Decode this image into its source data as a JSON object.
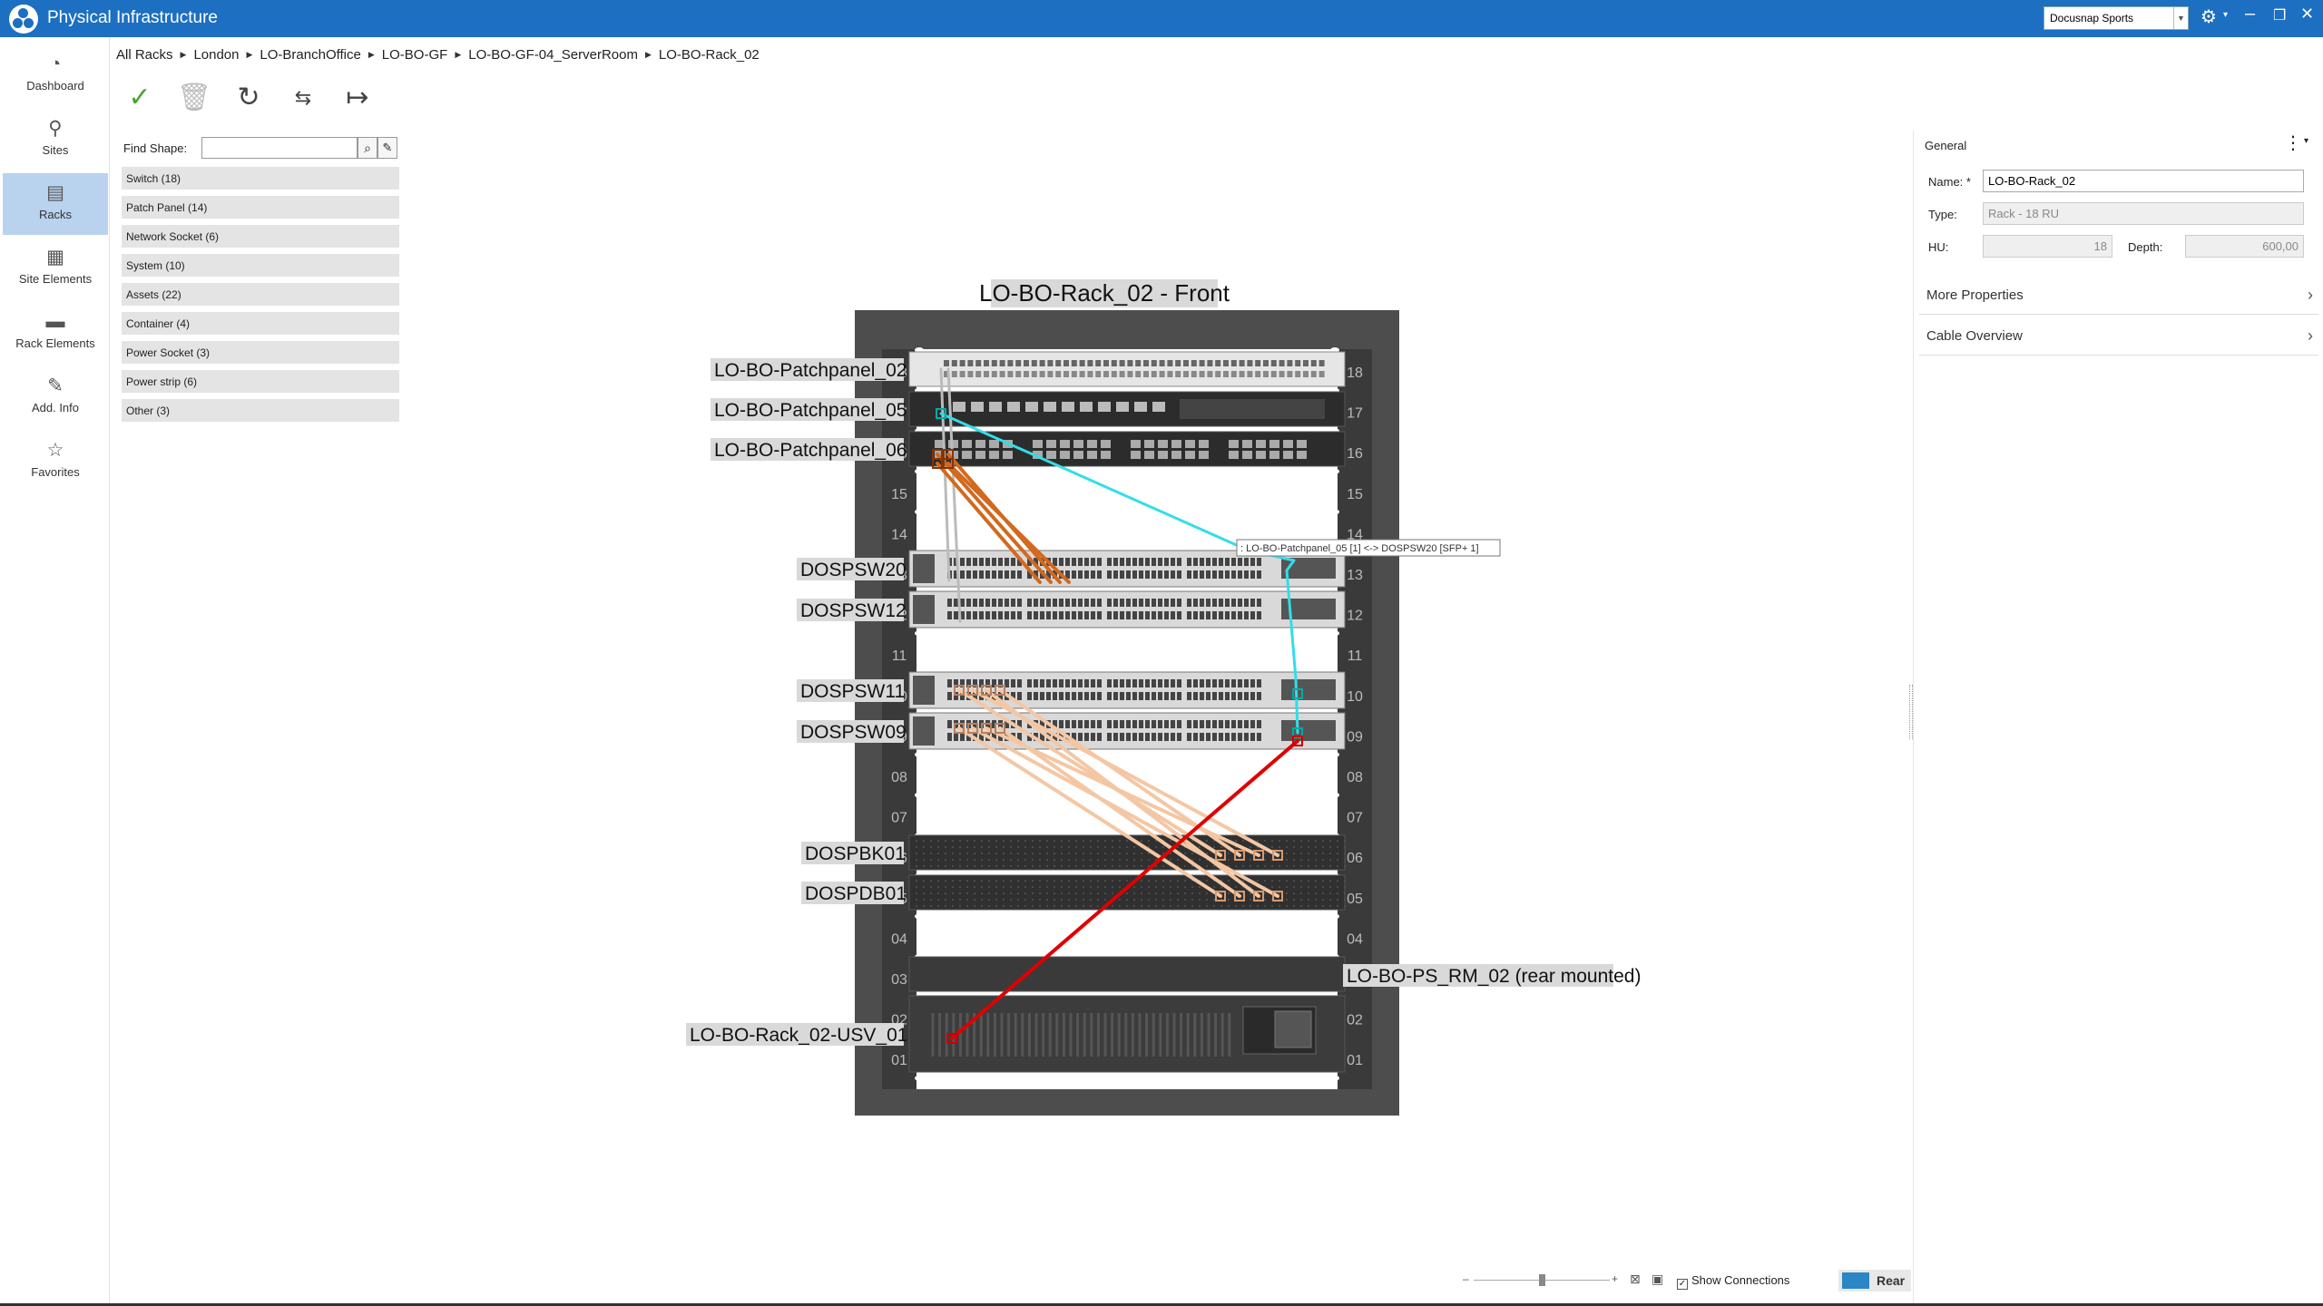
{
  "app": {
    "title": "Physical Infrastructure",
    "tenant": "Docusnap Sports"
  },
  "nav": {
    "dashboard": "Dashboard",
    "sites": "Sites",
    "racks": "Racks",
    "site_elements": "Site Elements",
    "rack_elements": "Rack Elements",
    "add_info": "Add. Info",
    "favorites": "Favorites"
  },
  "breadcrumb": [
    "All Racks",
    "London",
    "LO-BranchOffice",
    "LO-BO-GF",
    "LO-BO-GF-04_ServerRoom",
    "LO-BO-Rack_02"
  ],
  "shapes": {
    "find_label": "Find Shape:",
    "find_value": "",
    "categories": [
      "Switch (18)",
      "Patch Panel (14)",
      "Network Socket (6)",
      "System (10)",
      "Assets (22)",
      "Container (4)",
      "Power Socket (3)",
      "Power strip (6)",
      "Other (3)"
    ]
  },
  "rack": {
    "title": "LO-BO-Rack_02 - Front",
    "units": [
      "18",
      "17",
      "16",
      "15",
      "14",
      "13",
      "12",
      "11",
      "10",
      "09",
      "08",
      "07",
      "06",
      "05",
      "04",
      "03",
      "02",
      "01"
    ],
    "labels": {
      "pp02": "LO-BO-Patchpanel_02",
      "pp05": "LO-BO-Patchpanel_05",
      "pp06": "LO-BO-Patchpanel_06",
      "sw20": "DOSPSW20",
      "sw12": "DOSPSW12",
      "sw11": "DOSPSW11",
      "sw09": "DOSPSW09",
      "bk01": "DOSPBK01",
      "db01": "DOSPDB01",
      "ps": "LO-BO-PS_RM_02 (rear mounted)",
      "usv": "LO-BO-Rack_02-USV_01"
    },
    "tooltip": ": LO-BO-Patchpanel_05 [1] <-> DOSPSW20 [SFP+ 1]",
    "colors": {
      "orange": "#d2691e",
      "cyan": "#33dde8",
      "peach": "#f4c7a4",
      "red": "#e00000",
      "gray": "#bbbbbb"
    }
  },
  "general": {
    "header": "General",
    "name_label": "Name: *",
    "name_value": "LO-BO-Rack_02",
    "type_label": "Type:",
    "type_value": "Rack - 18 RU",
    "hu_label": "HU:",
    "hu_value": "18",
    "depth_label": "Depth:",
    "depth_value": "600,00",
    "more_properties": "More Properties",
    "cable_overview": "Cable Overview"
  },
  "status": {
    "show_connections": "Show Connections",
    "show_connections_checked": true,
    "view_toggle": "Rear"
  }
}
